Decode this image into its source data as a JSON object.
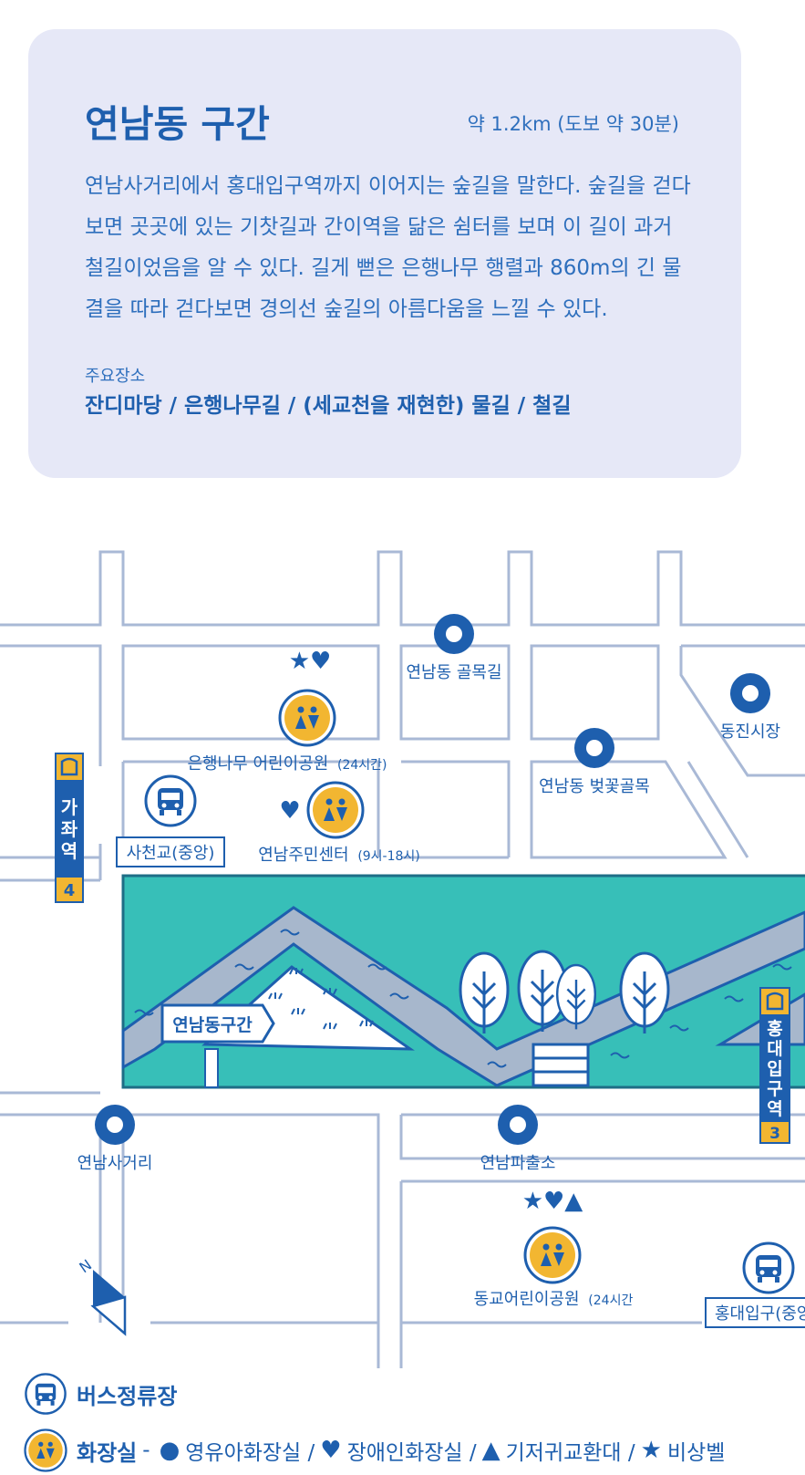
{
  "section": {
    "title": "연남동 구간",
    "meta": "약 1.2km (도보 약 30분)",
    "description": "연남사거리에서 홍대입구역까지 이어지는 숲길을 말한다. 숲길을 걷다 보면 곳곳에 있는 기찻길과 간이역을 닮은 쉼터를 보며 이 길이 과거 철길이었음을 알 수 있다. 길게 뻗은 은행나무 행렬과 860m의 긴 물결을 따라 걷다보면 경의선 숲길의 아름다움을 느낄 수 있다.",
    "places_label": "주요장소",
    "places": "잔디마당 / 은행나무길 / (세교천을 재현한) 물길  / 철길"
  },
  "map": {
    "landmarks": {
      "golmok": "연남동 골목길",
      "dongjin": "동진시장",
      "beotkkot": "연남동 벚꽃골목",
      "sageori": "연남사거리",
      "police": "연남파출소"
    },
    "stations": {
      "gajwa": {
        "chars": [
          "가",
          "좌",
          "역"
        ],
        "line": "4"
      },
      "hongdae": {
        "chars": [
          "홍",
          "대",
          "입",
          "구",
          "역"
        ],
        "line": "3"
      }
    },
    "bus_stops": {
      "sacheon": "사천교(중앙)",
      "hongdae": "홍대입구(중앙)"
    },
    "toilets": {
      "eunhaeng": {
        "name": "은행나무 어린이공원",
        "hours": "(24시간)",
        "symbols": "★♥"
      },
      "center": {
        "name": "연남주민센터",
        "hours": "(9시-18시)",
        "symbols": "♥"
      },
      "donggyo": {
        "name": "동교어린이공원",
        "hours": "(24시간",
        "symbols": "★♥▲"
      }
    },
    "park_sign": "연남동구간",
    "north": "N"
  },
  "legend": {
    "bus_label": "버스정류장",
    "toilet_label": "화장실",
    "dash": "-",
    "items": [
      {
        "symbol": "●",
        "text": "영유아화장실 /"
      },
      {
        "symbol": "♥",
        "text": "장애인화장실 /"
      },
      {
        "symbol": "▲",
        "text": "기저귀교환대 /"
      },
      {
        "symbol": "★",
        "text": "비상벨"
      }
    ]
  },
  "colors": {
    "primary": "#1e5fae",
    "card_bg": "#e6e8f7",
    "road": "#a9b9d6",
    "park": "#37bfb8",
    "path": "#a7b7cc",
    "toilet": "#f2b631"
  }
}
